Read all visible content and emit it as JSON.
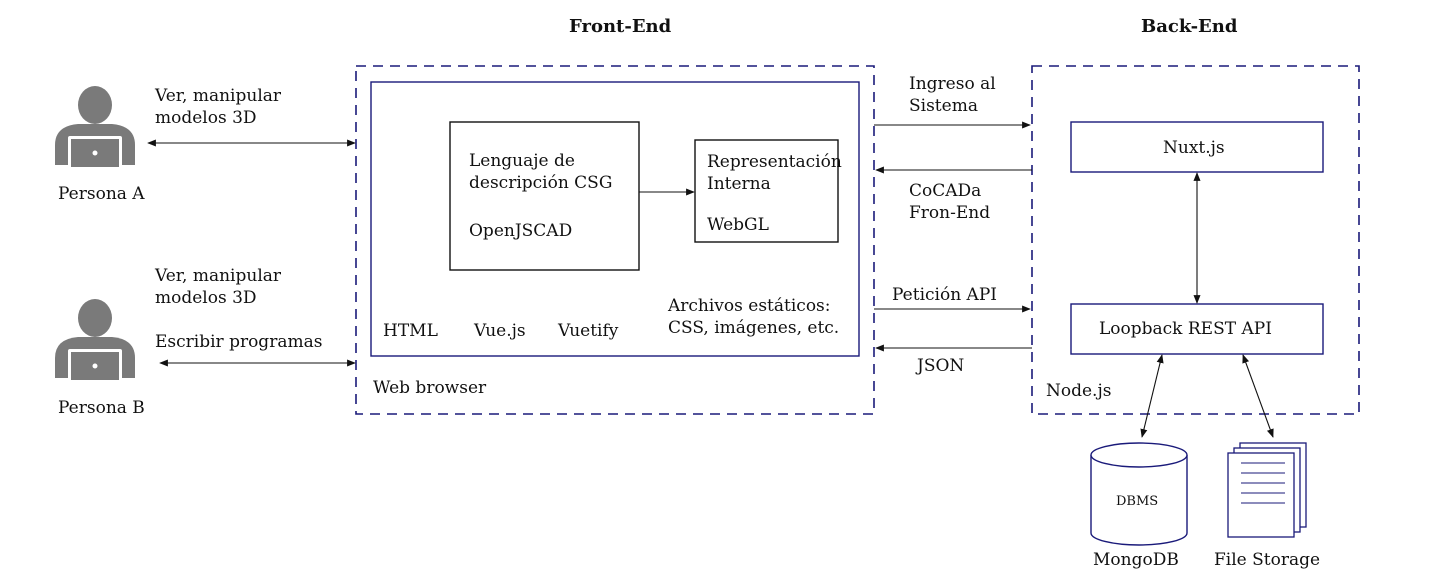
{
  "headings": {
    "frontend": "Front-End",
    "backend": "Back-End"
  },
  "users": {
    "a": {
      "name": "Persona A",
      "action": "Ver, manipular\nmodelos 3D"
    },
    "b": {
      "name": "Persona B",
      "action": "Ver, manipular\nmodelos 3D",
      "action2": "Escribir programas"
    }
  },
  "frontend": {
    "container_label": "Web browser",
    "csg_box": {
      "line1": "Lenguaje de\ndescripción CSG",
      "line2": "OpenJSCAD"
    },
    "rep_box": {
      "line1": "Representación\nInterna",
      "line2": "WebGL"
    },
    "techs": [
      "HTML",
      "Vue.js",
      "Vuetify"
    ],
    "static": "Archivos estáticos:\nCSS, imágenes, etc."
  },
  "connections": {
    "ingreso": "Ingreso al\nSistema",
    "cocada": "CoCADa\nFron-End",
    "peticion": "Petición API",
    "json": "JSON"
  },
  "backend": {
    "container_label": "Node.js",
    "nuxt": "Nuxt.js",
    "loopback": "Loopback REST API",
    "db_inner": "DBMS",
    "db_label": "MongoDB",
    "files_label": "File Storage"
  },
  "colors": {
    "frame": "#1a1a7a",
    "ink": "#111111",
    "icon": "#7a7a7a"
  }
}
